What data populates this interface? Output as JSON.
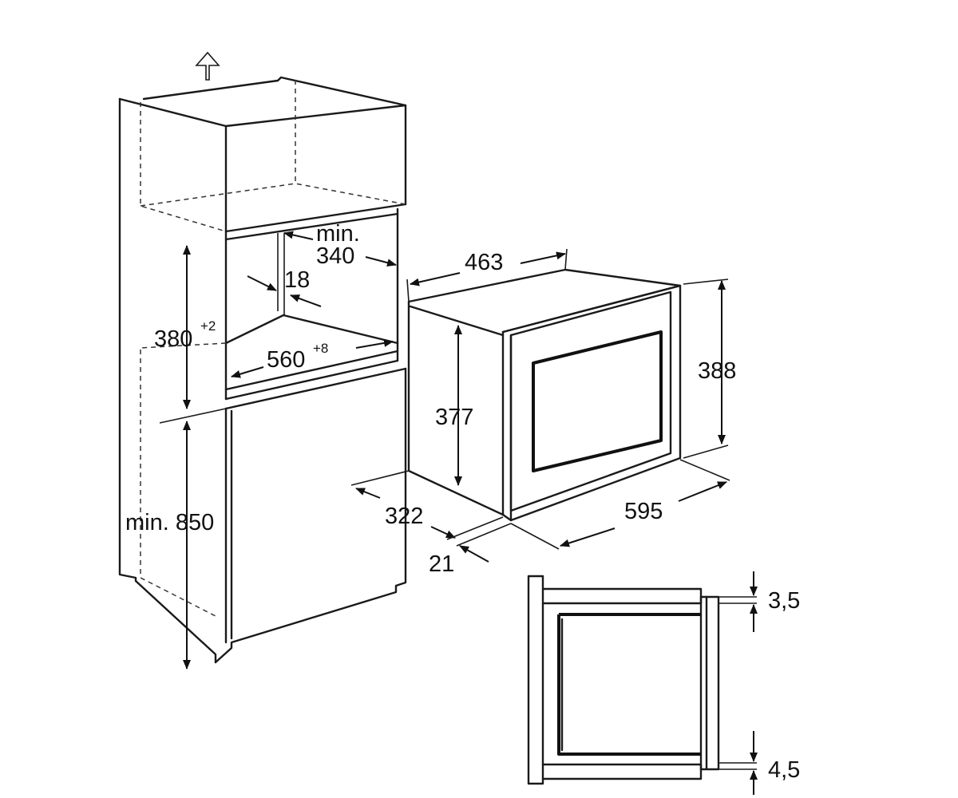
{
  "dimensions": {
    "min_label": "min.",
    "width_340": "340",
    "depth_18": "18",
    "height_380": "380",
    "height_380_tol": "+2",
    "width_560": "560",
    "width_560_tol": "+8",
    "min_850": "min. 850",
    "depth_463": "463",
    "height_377": "377",
    "height_388": "388",
    "depth_322": "322",
    "width_595": "595",
    "frame_21": "21",
    "gap_top": "3,5",
    "gap_bottom": "4,5"
  },
  "icons": [
    "up-arrow-icon"
  ],
  "colors": {
    "line": "#1a1a1a",
    "background": "#ffffff"
  }
}
